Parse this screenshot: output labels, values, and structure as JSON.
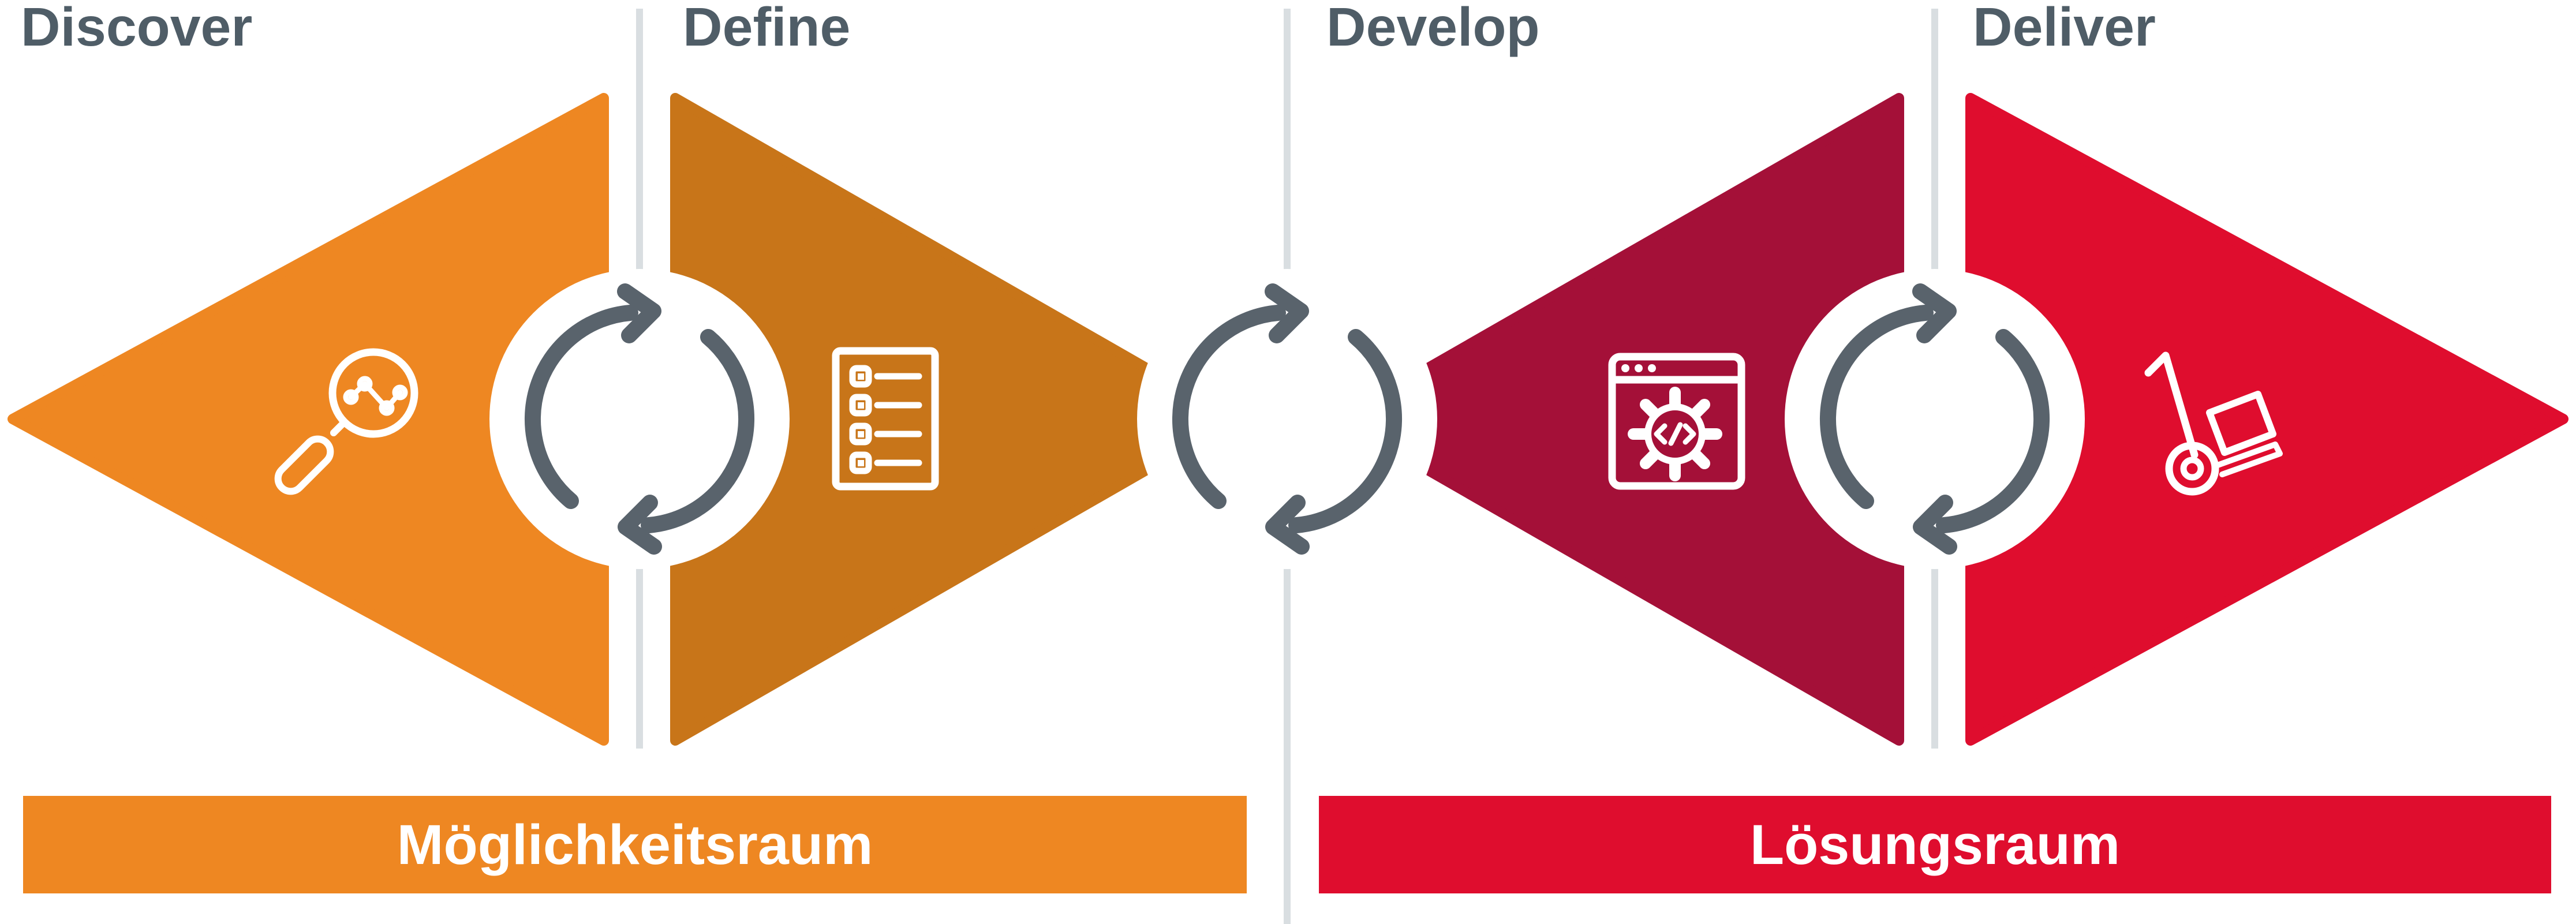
{
  "phases": [
    {
      "label": "Discover",
      "color": "#EE8722",
      "icon": "magnifier-analytics-icon"
    },
    {
      "label": "Define",
      "color": "#C87519",
      "icon": "checklist-icon"
    },
    {
      "label": "Develop",
      "color": "#A41038",
      "icon": "code-window-gear-icon"
    },
    {
      "label": "Deliver",
      "color": "#DF0D2E",
      "icon": "hand-truck-icon"
    }
  ],
  "spaces": [
    {
      "label": "Möglichkeitsraum",
      "color": "#EE8722"
    },
    {
      "label": "Lösungsraum",
      "color": "#DF0D2E"
    }
  ],
  "ui_colors": {
    "label_text": "#4F5D67",
    "cycle_arrow": "#59636C",
    "divider": "#D9DEE1",
    "icon_stroke": "#FFFFFF",
    "space_label_text": "#FFFFFF",
    "background": "#FFFFFF"
  }
}
